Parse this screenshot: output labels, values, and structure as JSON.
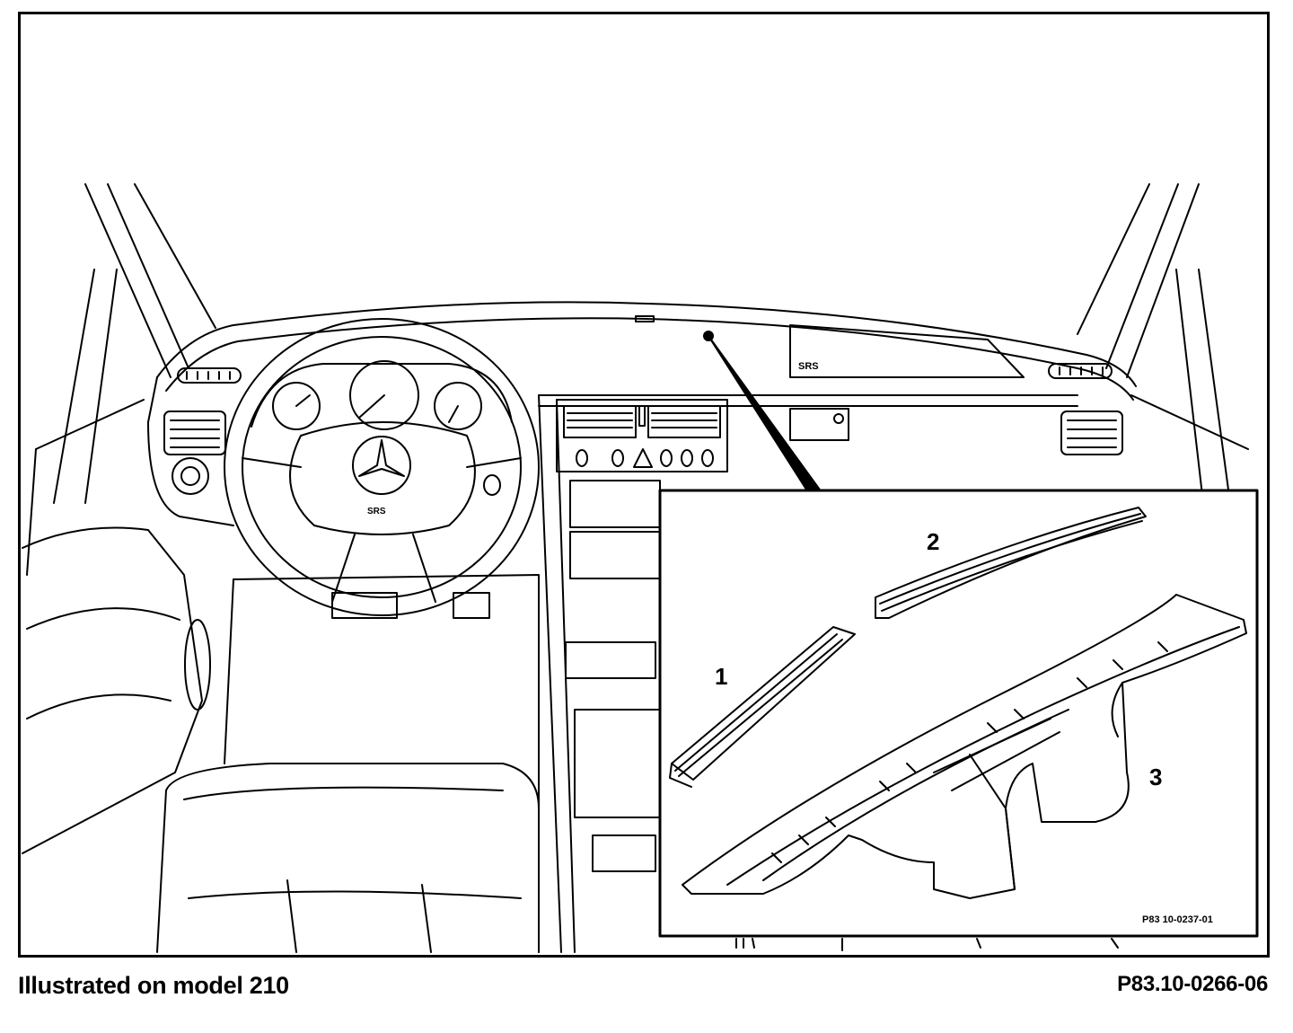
{
  "caption": {
    "left": "Illustrated on model 210",
    "right": "P83.10-0266-06"
  },
  "inset": {
    "reference": "P83 10-0237-01",
    "callouts": [
      "1",
      "2",
      "3"
    ]
  },
  "labels": {
    "passenger_airbag": "SRS",
    "steering_wheel": "SRS"
  },
  "icons": {
    "logo": "mercedes-star-icon",
    "hazard": "hazard-triangle-icon"
  }
}
